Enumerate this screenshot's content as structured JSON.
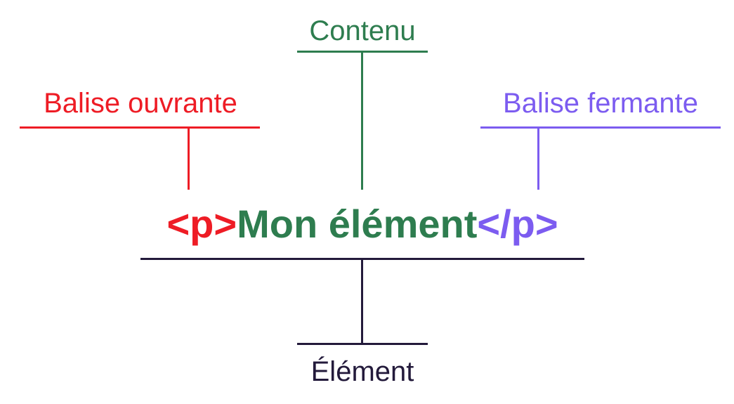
{
  "colors": {
    "open": "#ee1c25",
    "content": "#2e7d4f",
    "close": "#7c5cf0",
    "element": "#231a3b"
  },
  "labels": {
    "content": "Contenu",
    "opening_tag": "Balise ouvrante",
    "closing_tag": "Balise fermante",
    "element": "Élément"
  },
  "code": {
    "open_tag": "<p>",
    "content": "Mon élément",
    "close_tag": "</p>"
  }
}
